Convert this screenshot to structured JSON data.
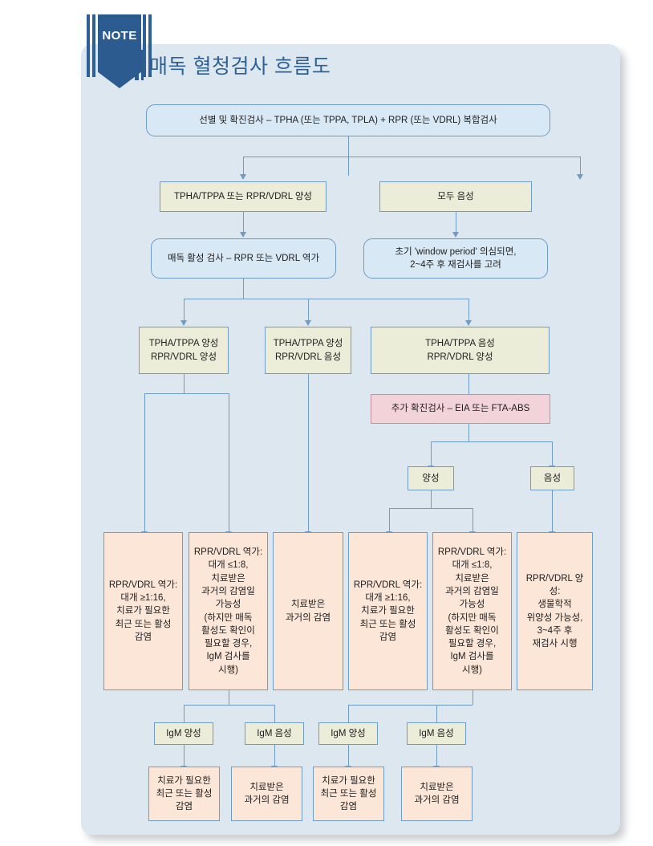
{
  "badge": {
    "label": "NOTE"
  },
  "header": {
    "title": "매독 혈청검사 흐름도"
  },
  "colors": {
    "panel_bg": "#dde7f0",
    "badge": "#2b5b8f",
    "title": "#2f6096",
    "connector": "#6f9bc7",
    "box_blue": "#d8e8f5",
    "box_olive": "#ecedd8",
    "box_pink": "#f3d3da",
    "box_peach": "#fce6d8"
  },
  "flowchart": {
    "type": "flowchart",
    "title": "매독 혈청검사 흐름도",
    "nodes": {
      "n1": "선별 및 확진검사 – TPHA (또는 TPPA, TPLA) + RPR (또는 VDRL) 복합검사",
      "n2": "TPHA/TPPA 또는 RPR/VDRL 양성",
      "n3": "모두 음성",
      "n4": "매독 활성 검사 – RPR 또는 VDRL 역가",
      "n5": "초기 'window period' 의심되면,\n2~4주 후 재검사를 고려",
      "n6": "TPHA/TPPA 양성\nRPR/VDRL 양성",
      "n7": "TPHA/TPPA 양성\nRPR/VDRL 음성",
      "n8": "TPHA/TPPA 음성\nRPR/VDRL 양성",
      "n9": "추가 확진검사 – EIA 또는 FTA-ABS",
      "n10": "양성",
      "n11": "음성",
      "n12": "RPR/VDRL 역가:\n대개 ≥1:16,\n치료가 필요한\n최근 또는 활성\n감염",
      "n13": "RPR/VDRL 역가:\n대개 ≤1:8,\n치료받은\n과거의 감염일\n가능성\n(하지만 매독\n활성도 확인이\n필요할 경우,\nIgM 검사를\n시행)",
      "n14": "치료받은\n과거의 감염",
      "n15": "RPR/VDRL 역가:\n대개 ≥1:16,\n치료가 필요한\n최근 또는 활성\n감염",
      "n16": "RPR/VDRL 역가:\n대개 ≤1:8,\n치료받은\n과거의 감염일\n가능성\n(하지만 매독\n활성도 확인이\n필요할 경우,\nIgM 검사를\n시행)",
      "n17": "RPR/VDRL 양성:\n생물학적\n위양성 가능성,\n3~4주 후\n재검사 시행",
      "n18": "IgM 양성",
      "n19": "IgM 음성",
      "n20": "IgM 양성",
      "n21": "IgM 음성",
      "n22": "치료가 필요한\n최근 또는 활성\n감염",
      "n23": "치료받은\n과거의 감염",
      "n24": "치료가 필요한\n최근 또는 활성\n감염",
      "n25": "치료받은\n과거의 감염"
    },
    "edges": [
      {
        "from": "n1",
        "to": "n2"
      },
      {
        "from": "n1",
        "to": "n3"
      },
      {
        "from": "n2",
        "to": "n4"
      },
      {
        "from": "n3",
        "to": "n5"
      },
      {
        "from": "n4",
        "to": "n6"
      },
      {
        "from": "n4",
        "to": "n7"
      },
      {
        "from": "n4",
        "to": "n8"
      },
      {
        "from": "n6",
        "to": "n12"
      },
      {
        "from": "n6",
        "to": "n13"
      },
      {
        "from": "n7",
        "to": "n14"
      },
      {
        "from": "n8",
        "to": "n9"
      },
      {
        "from": "n9",
        "to": "n10"
      },
      {
        "from": "n9",
        "to": "n11"
      },
      {
        "from": "n10",
        "to": "n15"
      },
      {
        "from": "n10",
        "to": "n16"
      },
      {
        "from": "n11",
        "to": "n17"
      },
      {
        "from": "n13",
        "to": "n18"
      },
      {
        "from": "n13",
        "to": "n19"
      },
      {
        "from": "n16",
        "to": "n20"
      },
      {
        "from": "n16",
        "to": "n21"
      },
      {
        "from": "n18",
        "to": "n22"
      },
      {
        "from": "n19",
        "to": "n23"
      },
      {
        "from": "n20",
        "to": "n24"
      },
      {
        "from": "n21",
        "to": "n25"
      }
    ]
  }
}
